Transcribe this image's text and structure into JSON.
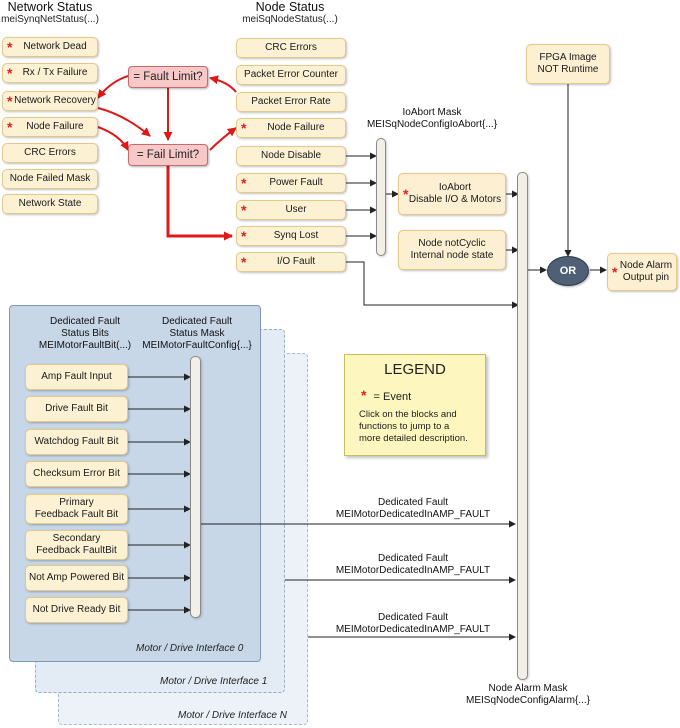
{
  "headers": {
    "network": {
      "title": "Network Status",
      "sub": "meiSynqNetStatus(...)"
    },
    "node": {
      "title": "Node Status",
      "sub": "meiSqNodeStatus(...)"
    }
  },
  "network_boxes": [
    {
      "label": "Network Dead",
      "event": true
    },
    {
      "label": "Rx / Tx  Failure",
      "event": true
    },
    {
      "label": "Network Recovery",
      "event": true
    },
    {
      "label": "Node Failure",
      "event": true
    },
    {
      "label": "CRC Errors",
      "event": false
    },
    {
      "label": "Node Failed Mask",
      "event": false
    },
    {
      "label": "Network State",
      "event": false
    }
  ],
  "node_boxes": [
    {
      "label": "CRC Errors",
      "event": false
    },
    {
      "label": "Packet Error Counter",
      "event": false
    },
    {
      "label": "Packet Error Rate",
      "event": false
    },
    {
      "label": "Node Failure",
      "event": true
    },
    {
      "label": "Node Disable",
      "event": false
    },
    {
      "label": "Power Fault",
      "event": true
    },
    {
      "label": "User",
      "event": true
    },
    {
      "label": "Synq Lost",
      "event": true
    },
    {
      "label": "I/O Fault",
      "event": true
    }
  ],
  "limits": {
    "fault": "= Fault Limit?",
    "fail": "= Fail Limit?"
  },
  "ioabort_mask": {
    "line1": "IoAbort Mask",
    "line2": "MEISqNodeConfigIoAbort{...}"
  },
  "ioabort": {
    "line1": "IoAbort",
    "line2": "Disable I/O & Motors"
  },
  "not_cyclic": {
    "line1": "Node notCyclic",
    "line2": "Internal node state"
  },
  "fpga": {
    "line1": "FPGA Image",
    "line2": "NOT Runtime"
  },
  "or_label": "OR",
  "alarm": {
    "line1": "Node Alarm",
    "line2": "Output pin"
  },
  "alarm_mask": {
    "line1": "Node Alarm Mask",
    "line2": "MEISqNodeConfigAlarm{...}"
  },
  "motor": {
    "bits_header": [
      "Dedicated Fault",
      "Status Bits",
      "MEIMotorFaultBit(...)"
    ],
    "mask_header": [
      "Dedicated Fault",
      "Status Mask",
      "MEIMotorFaultConfig{...}"
    ],
    "bits": [
      [
        "Amp Fault Input"
      ],
      [
        "Drive Fault Bit"
      ],
      [
        "Watchdog Fault Bit"
      ],
      [
        "Checksum Error Bit"
      ],
      [
        "Primary",
        "Feedback Fault Bit"
      ],
      [
        "Secondary",
        "Feedback FaultBit"
      ],
      [
        "Not Amp Powered Bit"
      ],
      [
        "Not Drive Ready Bit"
      ]
    ],
    "interfaces": [
      "Motor / Drive Interface 0",
      "Motor / Drive Interface 1",
      "Motor / Drive Interface N"
    ],
    "dedicated": [
      {
        "line1": "Dedicated Fault",
        "line2": "MEIMotorDedicatedInAMP_FAULT"
      },
      {
        "line1": "Dedicated Fault",
        "line2": "MEIMotorDedicatedInAMP_FAULT"
      },
      {
        "line1": "Dedicated Fault",
        "line2": "MEIMotorDedicatedInAMP_FAULT"
      }
    ]
  },
  "legend": {
    "title": "LEGEND",
    "star": "*",
    "event": "=  Event",
    "text": [
      "Click on the blocks and",
      "functions to jump to a",
      "more detailed description."
    ]
  },
  "colors": {
    "event_star": "#e02020",
    "red_arrow": "#e01818",
    "box_fill": "#fdf1d4",
    "panel_fill": "#c7d7e8"
  }
}
